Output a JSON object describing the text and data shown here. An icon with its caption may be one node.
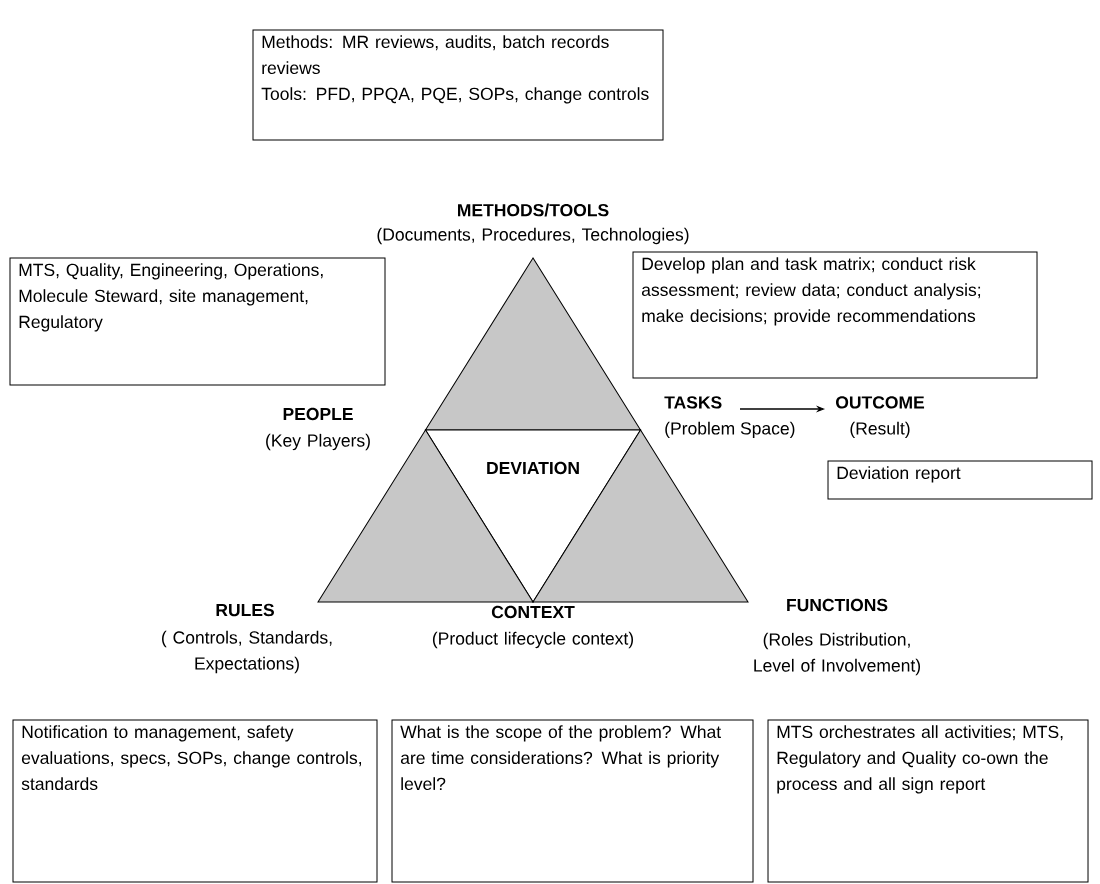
{
  "diagram": {
    "nodes": [
      {
        "text": [
          "Methods: MR reviews, audits, batch records reviews",
          "Tools: PFD, PPQA, PQE, SOPs, change controls"
        ]
      },
      {
        "text": [
          "MTS, Quality, Engineering, Operations, Molecule Steward, site management, Regulatory"
        ]
      },
      {
        "text": [
          "Develop plan and task matrix; conduct risk assessment; review data; conduct analysis; make decisions; provide recommendations"
        ]
      },
      {
        "text": [],
        "shape": "triangle"
      },
      {
        "text": [
          "DEVIATION"
        ]
      },
      {
        "text": [
          "TASKS",
          "(Problem Space)"
        ]
      },
      {
        "text": [
          "OUTCOME",
          "(Result)"
        ]
      },
      {
        "text": [
          "Deviation report"
        ]
      },
      {
        "text": [],
        "shape": "triangle"
      },
      {
        "text": [],
        "shape": "triangle"
      },
      {
        "text": [
          "Notification to management, safety evaluations, specs, SOPs, change controls, standards"
        ]
      },
      {
        "text": [
          "What is the scope of the problem? What are time considerations? What is priority level?"
        ]
      },
      {
        "text": [
          "MTS orchestrates all activities; MTS, Regulatory and Quality co-own the process and all sign report"
        ]
      }
    ],
    "edges": [
      {
        "from": 5,
        "to": 6,
        "arrow": "to"
      }
    ],
    "labels": [
      "METHODS/TOOLS",
      "(Documents, Procedures, Technologies)",
      "PEOPLE",
      "(Key Players)",
      "RULES",
      "( Controls, Standards, Expectations)",
      "CONTEXT",
      "(Product lifecycle context)",
      "FUNCTIONS",
      "(Roles Distribution, Level of Involvement)"
    ]
  }
}
